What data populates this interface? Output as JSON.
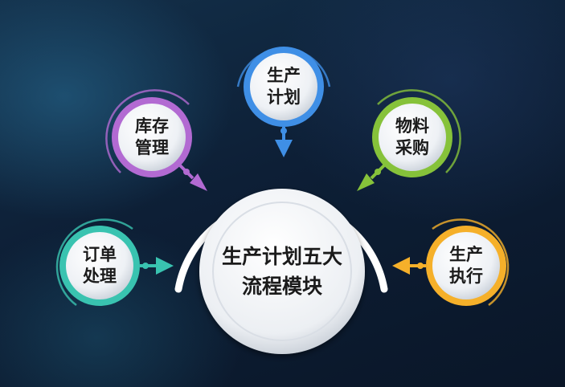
{
  "center": {
    "line1": "生产计划五大",
    "line2": "流程模块"
  },
  "modules": [
    {
      "id": "order",
      "line1": "订单",
      "line2": "处理",
      "color": "#39c3b0"
    },
    {
      "id": "inventory",
      "line1": "库存",
      "line2": "管理",
      "color": "#b26ad2"
    },
    {
      "id": "plan",
      "line1": "生产",
      "line2": "计划",
      "color": "#3f8fe6"
    },
    {
      "id": "purchase",
      "line1": "物料",
      "line2": "采购",
      "color": "#86c23a"
    },
    {
      "id": "execute",
      "line1": "生产",
      "line2": "执行",
      "color": "#f5b02a"
    }
  ]
}
